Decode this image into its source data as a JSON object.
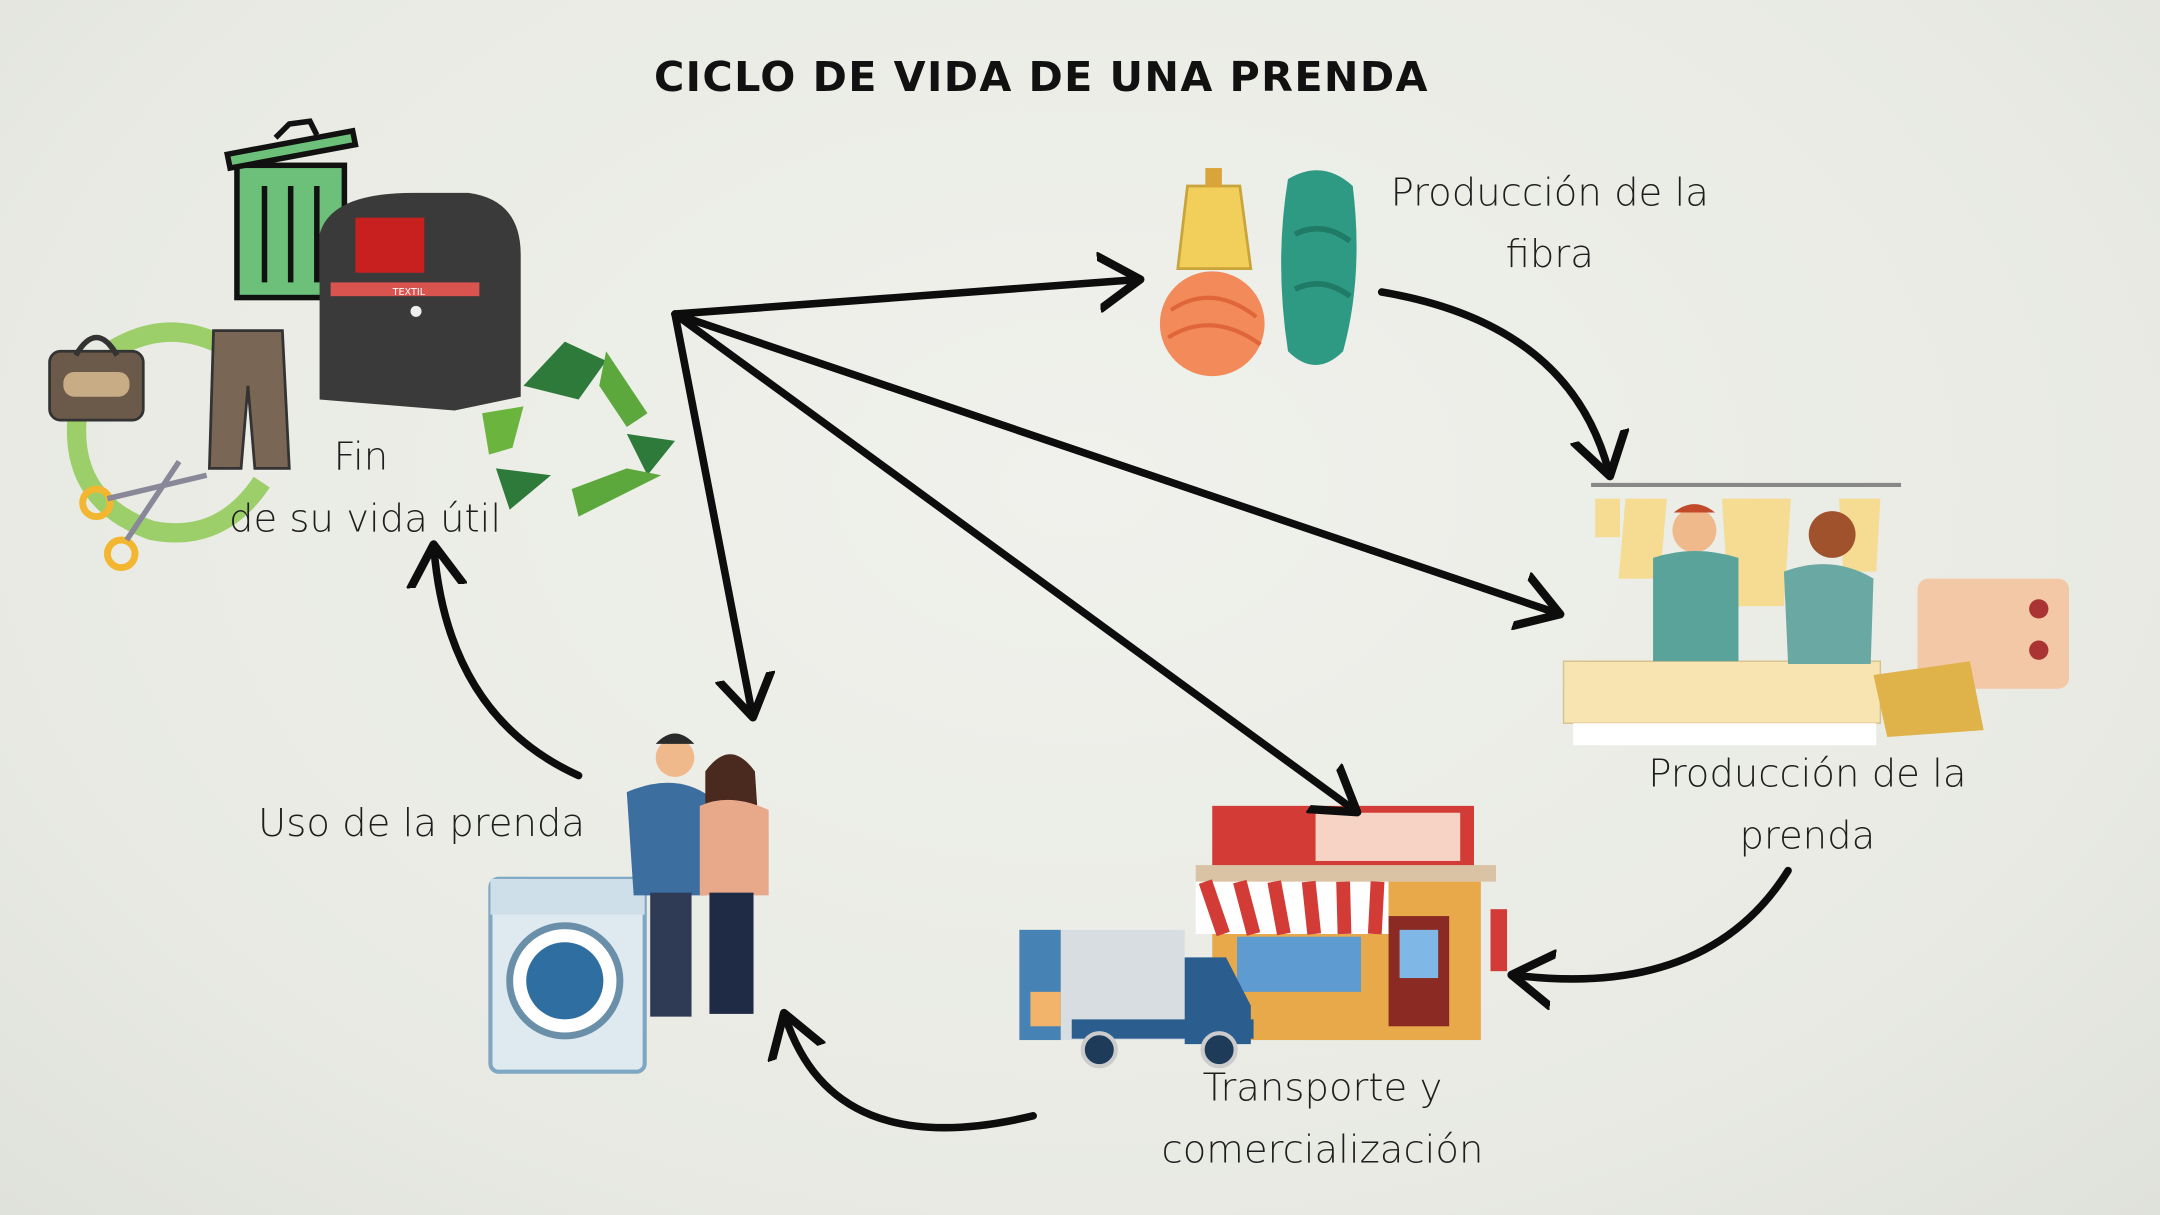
{
  "title": "CICLO DE VIDA DE UNA PRENDA",
  "stages": {
    "fibra": {
      "line1": "Producción de la",
      "line2": "fibra"
    },
    "prenda": {
      "line1": "Producción de la",
      "line2": "prenda"
    },
    "transporte": {
      "line1": "Transporte y",
      "line2": "comercialización"
    },
    "uso": {
      "line1": "Uso de la prenda"
    },
    "fin": {
      "line1": "Fin",
      "line2": "de su vida útil"
    }
  },
  "bin_label": "TEXTIL",
  "colors": {
    "arrow": "#0d0d0d",
    "trash_green": "#6cc07a",
    "recycle_green": "#4e9a3a",
    "yarn_teal": "#2f9a84",
    "yarn_orange": "#f28a5a",
    "yarn_yellow": "#f2cf5a",
    "awning_red": "#d23b36"
  }
}
